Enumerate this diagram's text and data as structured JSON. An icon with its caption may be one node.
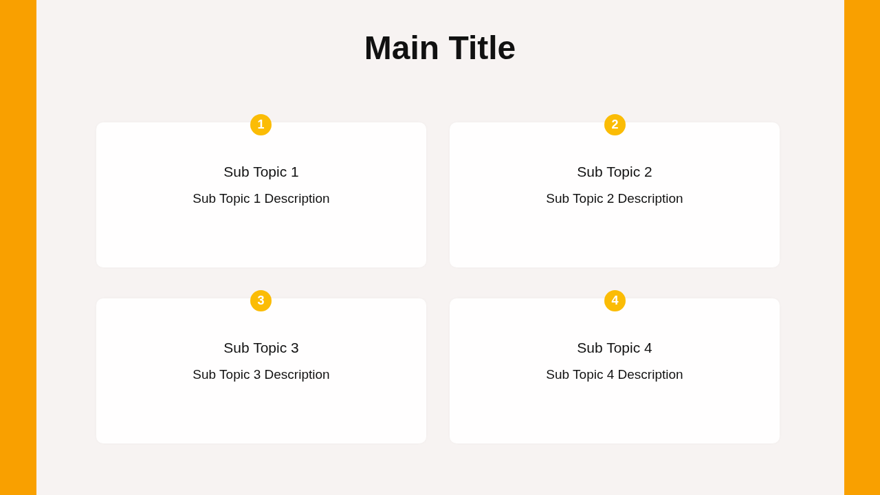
{
  "diagram": {
    "title": "Main Title",
    "nodes": [
      {
        "text": [
          "1"
        ]
      },
      {
        "text": [
          "Sub Topic 1",
          "Sub Topic 1 Description"
        ]
      },
      {
        "text": [
          "2"
        ]
      },
      {
        "text": [
          "Sub Topic 2",
          "Sub Topic 2 Description"
        ]
      },
      {
        "text": [
          "3"
        ]
      },
      {
        "text": [
          "Sub Topic 3",
          "Sub Topic 3 Description"
        ]
      },
      {
        "text": [
          "4"
        ]
      },
      {
        "text": [
          "Sub Topic 4",
          "Sub Topic 4 Description"
        ]
      }
    ]
  }
}
